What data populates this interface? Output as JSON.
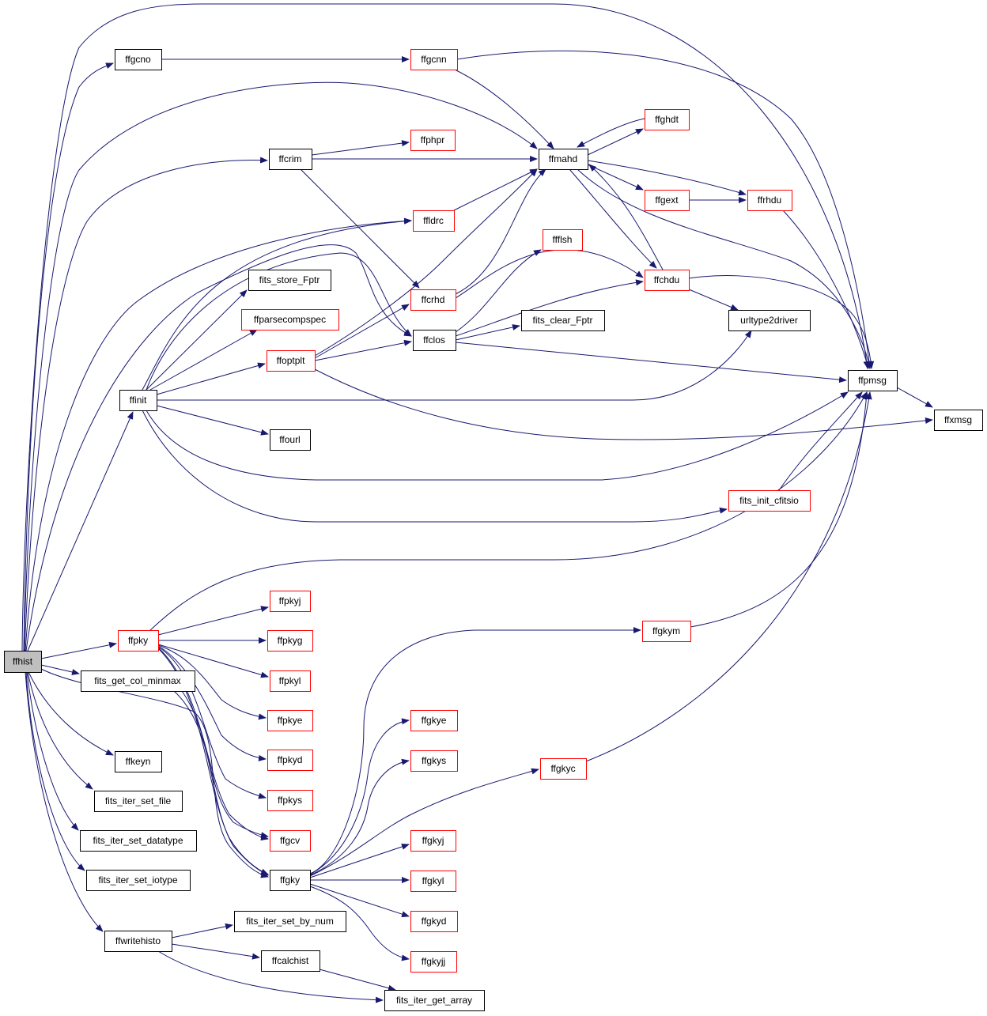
{
  "colors": {
    "edge": "#191970",
    "node_border_default": "#000000",
    "node_border_truncated": "#ff0000",
    "root_fill": "#bfbfbf",
    "node_fill": "#ffffff"
  },
  "nodes": [
    {
      "id": "ffhist",
      "label": "ffhist",
      "style": "root"
    },
    {
      "id": "ffgcno",
      "label": "ffgcno",
      "style": "normal"
    },
    {
      "id": "ffgcnn",
      "label": "ffgcnn",
      "style": "truncated"
    },
    {
      "id": "ffcrim",
      "label": "ffcrim",
      "style": "normal"
    },
    {
      "id": "ffphpr",
      "label": "ffphpr",
      "style": "truncated"
    },
    {
      "id": "ffmahd",
      "label": "ffmahd",
      "style": "normal"
    },
    {
      "id": "ffghdt",
      "label": "ffghdt",
      "style": "truncated"
    },
    {
      "id": "ffgext",
      "label": "ffgext",
      "style": "truncated"
    },
    {
      "id": "ffrhdu",
      "label": "ffrhdu",
      "style": "truncated"
    },
    {
      "id": "ffldrc",
      "label": "ffldrc",
      "style": "truncated"
    },
    {
      "id": "ffflsh",
      "label": "ffflsh",
      "style": "truncated"
    },
    {
      "id": "ffchdu",
      "label": "ffchdu",
      "style": "truncated"
    },
    {
      "id": "fits_store_Fptr",
      "label": "fits_store_Fptr",
      "style": "normal"
    },
    {
      "id": "ffparsecompspec",
      "label": "ffparsecompspec",
      "style": "truncated"
    },
    {
      "id": "ffcrhd",
      "label": "ffcrhd",
      "style": "truncated"
    },
    {
      "id": "urltype2driver",
      "label": "urltype2driver",
      "style": "normal"
    },
    {
      "id": "fits_clear_Fptr",
      "label": "fits_clear_Fptr",
      "style": "normal"
    },
    {
      "id": "ffclos",
      "label": "ffclos",
      "style": "normal"
    },
    {
      "id": "ffoptplt",
      "label": "ffoptplt",
      "style": "truncated"
    },
    {
      "id": "ffpmsg",
      "label": "ffpmsg",
      "style": "normal"
    },
    {
      "id": "ffinit",
      "label": "ffinit",
      "style": "normal"
    },
    {
      "id": "ffxmsg",
      "label": "ffxmsg",
      "style": "normal"
    },
    {
      "id": "ffourl",
      "label": "ffourl",
      "style": "normal"
    },
    {
      "id": "fits_init_cfitsio",
      "label": "fits_init_cfitsio",
      "style": "truncated"
    },
    {
      "id": "ffpkyj",
      "label": "ffpkyj",
      "style": "truncated"
    },
    {
      "id": "ffpky",
      "label": "ffpky",
      "style": "truncated"
    },
    {
      "id": "ffpkyg",
      "label": "ffpkyg",
      "style": "truncated"
    },
    {
      "id": "ffgkym",
      "label": "ffgkym",
      "style": "truncated"
    },
    {
      "id": "fits_get_col_minmax",
      "label": "fits_get_col_minmax",
      "style": "normal"
    },
    {
      "id": "ffpkyl",
      "label": "ffpkyl",
      "style": "truncated"
    },
    {
      "id": "ffpkye",
      "label": "ffpkye",
      "style": "truncated"
    },
    {
      "id": "ffgkye",
      "label": "ffgkye",
      "style": "truncated"
    },
    {
      "id": "ffkeyn",
      "label": "ffkeyn",
      "style": "normal"
    },
    {
      "id": "ffpkyd",
      "label": "ffpkyd",
      "style": "truncated"
    },
    {
      "id": "ffgkys",
      "label": "ffgkys",
      "style": "truncated"
    },
    {
      "id": "ffgkyc",
      "label": "ffgkyc",
      "style": "truncated"
    },
    {
      "id": "fits_iter_set_file",
      "label": "fits_iter_set_file",
      "style": "normal"
    },
    {
      "id": "ffpkys",
      "label": "ffpkys",
      "style": "truncated"
    },
    {
      "id": "fits_iter_set_datatype",
      "label": "fits_iter_set_datatype",
      "style": "normal"
    },
    {
      "id": "ffgcv",
      "label": "ffgcv",
      "style": "truncated"
    },
    {
      "id": "ffgkyj",
      "label": "ffgkyj",
      "style": "truncated"
    },
    {
      "id": "fits_iter_set_iotype",
      "label": "fits_iter_set_iotype",
      "style": "normal"
    },
    {
      "id": "ffgky",
      "label": "ffgky",
      "style": "normal"
    },
    {
      "id": "ffgkyl",
      "label": "ffgkyl",
      "style": "truncated"
    },
    {
      "id": "ffgkyd",
      "label": "ffgkyd",
      "style": "truncated"
    },
    {
      "id": "fits_iter_set_by_num",
      "label": "fits_iter_set_by_num",
      "style": "normal"
    },
    {
      "id": "ffwritehisto",
      "label": "ffwritehisto",
      "style": "normal"
    },
    {
      "id": "ffcalchist",
      "label": "ffcalchist",
      "style": "normal"
    },
    {
      "id": "ffgkyjj",
      "label": "ffgkyjj",
      "style": "truncated"
    },
    {
      "id": "fits_iter_get_array",
      "label": "fits_iter_get_array",
      "style": "normal"
    }
  ],
  "edges": [
    [
      "ffhist",
      "ffpmsg"
    ],
    [
      "ffhist",
      "ffgcno"
    ],
    [
      "ffhist",
      "ffmahd"
    ],
    [
      "ffhist",
      "ffcrim"
    ],
    [
      "ffhist",
      "ffldrc"
    ],
    [
      "ffhist",
      "ffclos"
    ],
    [
      "ffhist",
      "ffinit"
    ],
    [
      "ffhist",
      "ffpky"
    ],
    [
      "ffhist",
      "fits_get_col_minmax"
    ],
    [
      "ffhist",
      "ffgky"
    ],
    [
      "ffhist",
      "ffkeyn"
    ],
    [
      "ffhist",
      "fits_iter_set_file"
    ],
    [
      "ffhist",
      "fits_iter_set_datatype"
    ],
    [
      "ffhist",
      "fits_iter_set_iotype"
    ],
    [
      "ffhist",
      "ffwritehisto"
    ],
    [
      "ffgcno",
      "ffgcnn"
    ],
    [
      "ffgcnn",
      "ffmahd"
    ],
    [
      "ffgcnn",
      "ffpmsg"
    ],
    [
      "ffcrim",
      "ffphpr"
    ],
    [
      "ffcrim",
      "ffmahd"
    ],
    [
      "ffcrim",
      "ffcrhd"
    ],
    [
      "ffmahd",
      "ffghdt"
    ],
    [
      "ffghdt",
      "ffmahd"
    ],
    [
      "ffmahd",
      "ffgext"
    ],
    [
      "ffmahd",
      "ffrhdu"
    ],
    [
      "ffmahd",
      "ffchdu"
    ],
    [
      "ffmahd",
      "ffpmsg"
    ],
    [
      "ffgext",
      "ffrhdu"
    ],
    [
      "ffrhdu",
      "ffpmsg"
    ],
    [
      "ffldrc",
      "ffmahd"
    ],
    [
      "ffchdu",
      "ffmahd"
    ],
    [
      "ffchdu",
      "urltype2driver"
    ],
    [
      "ffchdu",
      "ffpmsg"
    ],
    [
      "ffcrhd",
      "ffmahd"
    ],
    [
      "ffcrhd",
      "ffchdu"
    ],
    [
      "ffclos",
      "ffflsh"
    ],
    [
      "ffclos",
      "ffchdu"
    ],
    [
      "ffclos",
      "fits_clear_Fptr"
    ],
    [
      "ffclos",
      "ffpmsg"
    ],
    [
      "ffoptplt",
      "ffmahd"
    ],
    [
      "ffoptplt",
      "ffcrhd"
    ],
    [
      "ffoptplt",
      "ffclos"
    ],
    [
      "ffoptplt",
      "ffxmsg"
    ],
    [
      "ffinit",
      "ffldrc"
    ],
    [
      "ffinit",
      "fits_store_Fptr"
    ],
    [
      "ffinit",
      "ffparsecompspec"
    ],
    [
      "ffinit",
      "ffoptplt"
    ],
    [
      "ffinit",
      "urltype2driver"
    ],
    [
      "ffinit",
      "ffpmsg"
    ],
    [
      "ffinit",
      "ffourl"
    ],
    [
      "ffinit",
      "fits_init_cfitsio"
    ],
    [
      "ffinit",
      "ffclos"
    ],
    [
      "ffpmsg",
      "ffxmsg"
    ],
    [
      "fits_init_cfitsio",
      "ffpmsg"
    ],
    [
      "ffpky",
      "ffpmsg"
    ],
    [
      "ffpky",
      "ffpkyj"
    ],
    [
      "ffpky",
      "ffpkyg"
    ],
    [
      "ffpky",
      "ffpkyl"
    ],
    [
      "ffpky",
      "ffpkye"
    ],
    [
      "ffpky",
      "ffpkyd"
    ],
    [
      "ffpky",
      "ffpkys"
    ],
    [
      "ffpky",
      "ffgcv"
    ],
    [
      "ffpky",
      "ffgky"
    ],
    [
      "fits_get_col_minmax",
      "ffgcv"
    ],
    [
      "fits_get_col_minmax",
      "ffgky"
    ],
    [
      "ffgky",
      "ffgkym"
    ],
    [
      "ffgky",
      "ffgkye"
    ],
    [
      "ffgky",
      "ffgkys"
    ],
    [
      "ffgky",
      "ffgkyc"
    ],
    [
      "ffgky",
      "ffgkyj"
    ],
    [
      "ffgky",
      "ffgkyl"
    ],
    [
      "ffgky",
      "ffgkyd"
    ],
    [
      "ffgky",
      "ffgkyjj"
    ],
    [
      "ffgkym",
      "ffpmsg"
    ],
    [
      "ffgkyc",
      "ffpmsg"
    ],
    [
      "ffwritehisto",
      "fits_iter_set_by_num"
    ],
    [
      "ffwritehisto",
      "ffcalchist"
    ],
    [
      "ffwritehisto",
      "fits_iter_get_array"
    ],
    [
      "ffcalchist",
      "fits_iter_get_array"
    ]
  ]
}
